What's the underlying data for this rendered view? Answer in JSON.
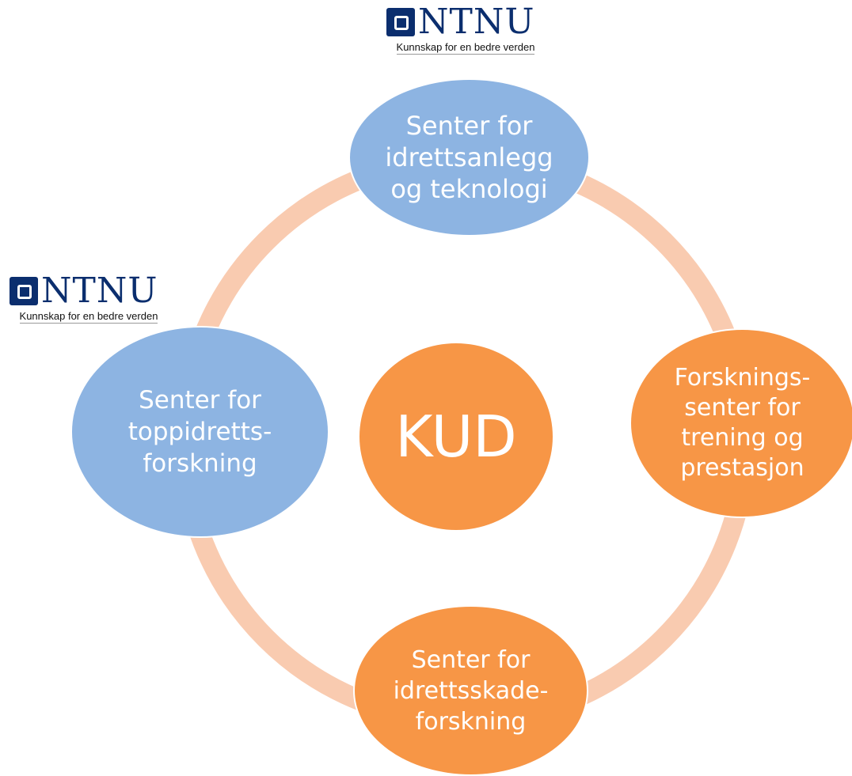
{
  "logos": [
    {
      "word": "NTNU",
      "tagline": "Kunnskap for en bedre verden"
    },
    {
      "word": "NTNU",
      "tagline": "Kunnskap for en bedre verden"
    }
  ],
  "center": {
    "label": "KUD"
  },
  "nodes": {
    "top": {
      "lines": [
        "Senter for",
        "idrettsanlegg",
        "og teknologi"
      ]
    },
    "right": {
      "lines": [
        "Forsknings-",
        "senter for",
        "trening og",
        "prestasjon"
      ]
    },
    "bottom": {
      "lines": [
        "Senter for",
        "idrettsskade-",
        "forskning"
      ]
    },
    "left": {
      "lines": [
        "Senter for",
        "toppidretts-",
        "forskning"
      ]
    }
  },
  "colors": {
    "blue_node": "#8db4e2",
    "orange_node": "#f79646",
    "ring": "#f9cbb0",
    "logo_blue": "#0b2e6e"
  }
}
